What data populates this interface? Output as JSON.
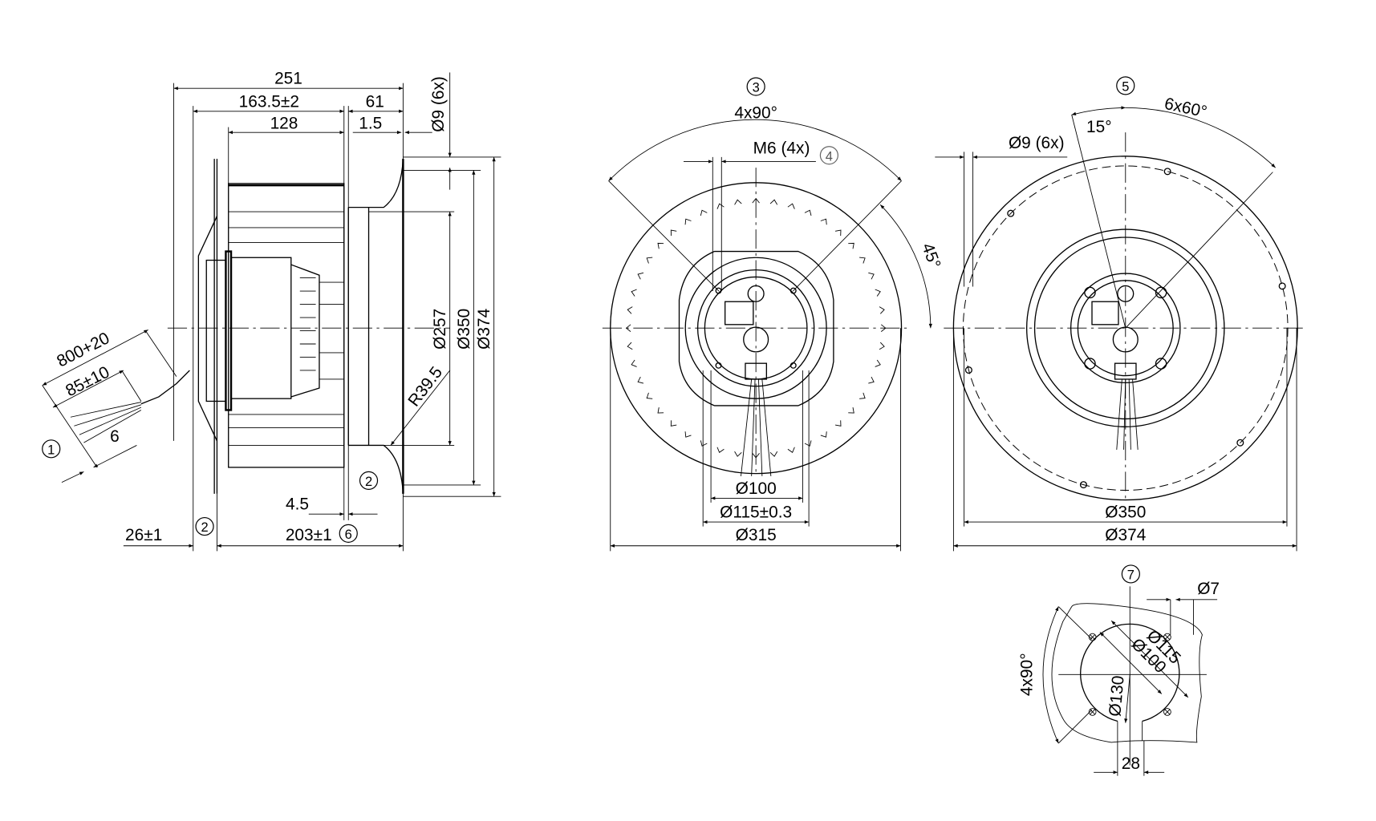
{
  "side_view": {
    "dim_overall_length": "251",
    "dim_impeller_length": "163.5±2",
    "dim_inlet_ring": "61",
    "dim_blade_width": "128",
    "dim_gap": "1.5",
    "dim_mount_holes": "Ø9 (6x)",
    "dim_inlet_dia": "Ø257",
    "dim_bolt_circle": "Ø350",
    "dim_outer_dia": "Ø374",
    "dim_radius": "R39.5",
    "dim_cable_length": "800+20",
    "dim_strip_length": "85±10",
    "dim_end_strip": "6",
    "dim_offset": "4.5",
    "dim_backplate": "26±1",
    "dim_depth": "203±1",
    "callout_1": "1",
    "callout_2a": "2",
    "callout_2b": "2",
    "callout_6": "6"
  },
  "rear_view": {
    "callout_3": "3",
    "angle_label": "4x90°",
    "thread_label": "M6 (4x)",
    "callout_4": "4",
    "angle_45": "45°",
    "dim_100": "Ø100",
    "dim_115": "Ø115±0.3",
    "dim_315": "Ø315"
  },
  "front_view": {
    "callout_5": "5",
    "holes_label": "Ø9 (6x)",
    "angle_15": "15°",
    "angle_60": "6x60°",
    "dim_350": "Ø350",
    "dim_374": "Ø374"
  },
  "detail_7": {
    "callout_7": "7",
    "hole_dia": "Ø7",
    "angle_label": "4x90°",
    "dim_115": "Ø115",
    "dim_100": "Ø100",
    "dim_130": "Ø130",
    "dim_28": "28"
  }
}
